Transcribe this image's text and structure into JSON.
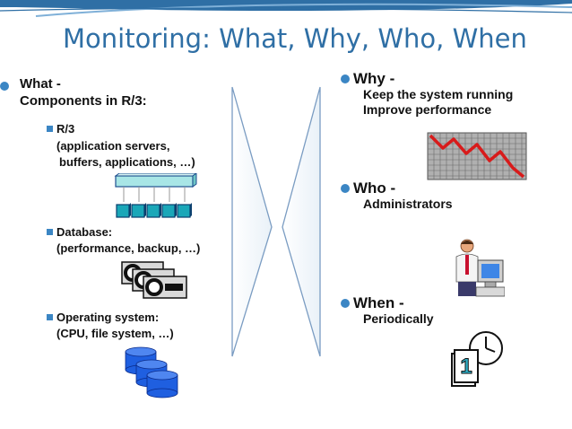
{
  "slide": {
    "title": "Monitoring: What, Why, Who, When",
    "left": {
      "what_heading": "What -",
      "components_heading": "Components in R/3:",
      "items": [
        {
          "label": "R/3",
          "detail_1": "(application servers,",
          "detail_2": "buffers, applications, …)"
        },
        {
          "label": "Database:",
          "detail_1": "(performance, backup, …)"
        },
        {
          "label": "Operating system:",
          "detail_1": "(CPU, file system, …)"
        }
      ]
    },
    "right": {
      "why_heading": "Why -",
      "why_lines": [
        "Keep the system running",
        "Improve performance"
      ],
      "who_heading": "Who -",
      "who_lines": [
        "Administrators"
      ],
      "when_heading": "When -",
      "when_lines": [
        "Periodically"
      ]
    },
    "calendar_day": "1",
    "colors": {
      "title": "#2f6fa5",
      "bullet": "#3b86c4",
      "drum": "#1f5fe0",
      "trend_line": "#d81b1b"
    }
  }
}
